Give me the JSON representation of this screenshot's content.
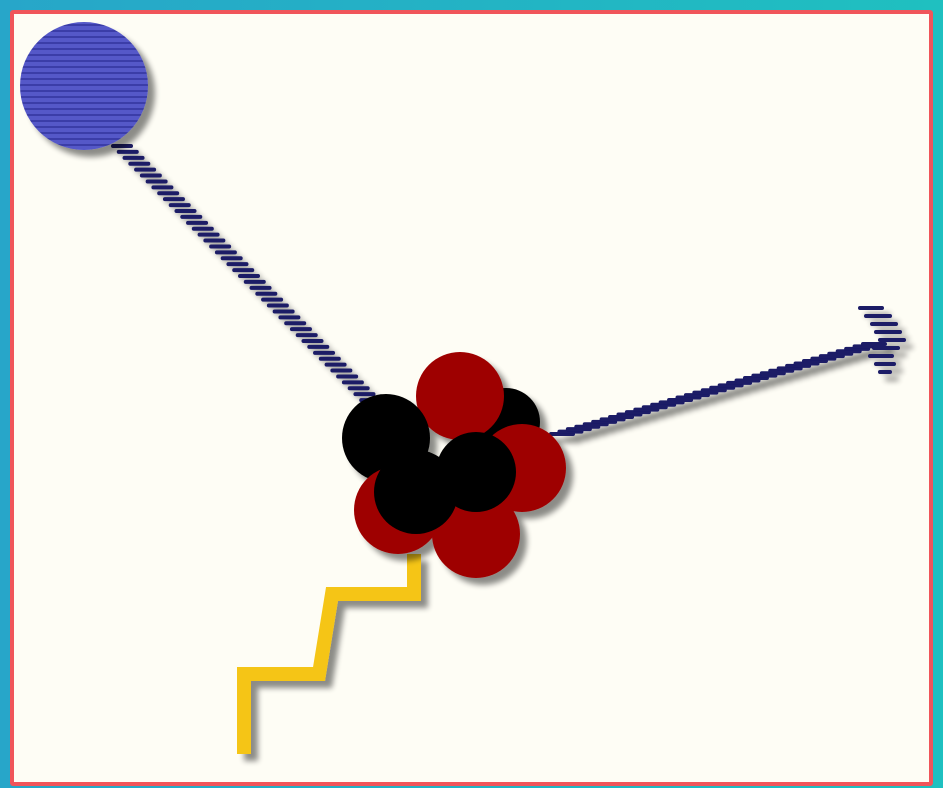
{
  "colors": {
    "outer_background": "#1fb0c8",
    "frame_border": "#f0555a",
    "canvas_background": "#fefdf5",
    "incoming_particle": "#4b4fc0",
    "particle_track": "#1a1a66",
    "proton": "#9e0000",
    "neutron": "#000000",
    "gamma_ray": "#f5c518",
    "shadow": "#7a7a6a"
  },
  "scene": {
    "incoming_particle": {
      "shape": "circle",
      "color": "#4b4fc0",
      "pattern": "horizontal-stripes"
    },
    "incoming_track": {
      "style": "dashed-ribbon",
      "color": "#1a1a66"
    },
    "nucleus": {
      "nucleons": [
        {
          "kind": "neutron"
        },
        {
          "kind": "proton"
        },
        {
          "kind": "neutron"
        },
        {
          "kind": "proton"
        },
        {
          "kind": "proton"
        },
        {
          "kind": "proton"
        },
        {
          "kind": "proton"
        },
        {
          "kind": "neutron"
        },
        {
          "kind": "neutron"
        }
      ]
    },
    "outgoing_track": {
      "style": "dashed-ribbon-arrow",
      "color": "#1a1a66"
    },
    "gamma_ray": {
      "style": "zigzag",
      "color": "#f5c518"
    }
  }
}
